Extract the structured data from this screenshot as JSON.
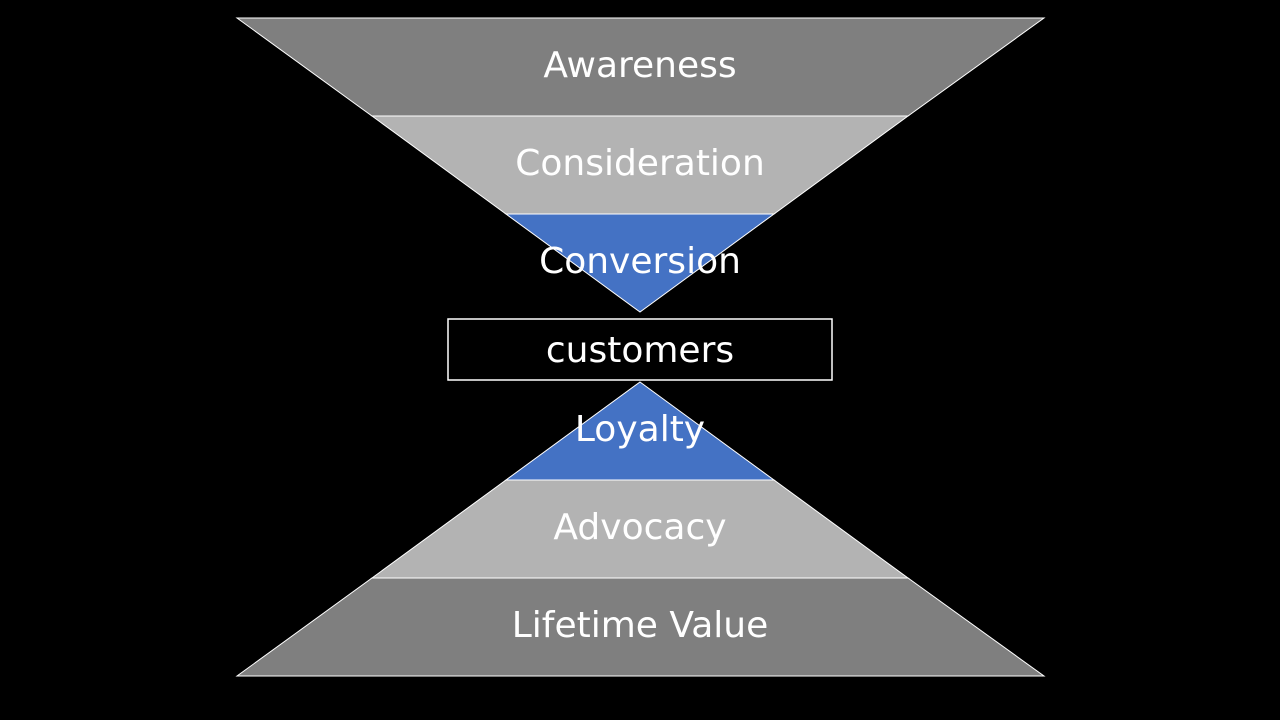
{
  "colors": {
    "background": "#000000",
    "dark_gray": "#7f7f7f",
    "light_gray": "#b3b3b3",
    "blue": "#4472c4",
    "text": "#ffffff",
    "outline": "#ffffff"
  },
  "top_funnel": [
    {
      "label": "Awareness",
      "color": "#7f7f7f"
    },
    {
      "label": "Consideration",
      "color": "#b3b3b3"
    },
    {
      "label": "Conversion",
      "color": "#4472c4"
    }
  ],
  "center": {
    "label": "customers"
  },
  "bottom_funnel": [
    {
      "label": "Loyalty",
      "color": "#4472c4"
    },
    {
      "label": "Advocacy",
      "color": "#b3b3b3"
    },
    {
      "label": "Lifetime Value",
      "color": "#7f7f7f"
    }
  ]
}
